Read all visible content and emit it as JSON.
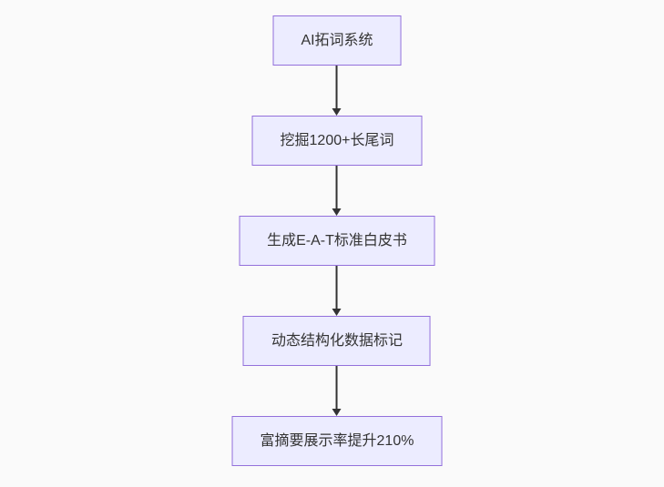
{
  "diagram": {
    "type": "flowchart",
    "direction": "top-to-bottom",
    "nodes": [
      {
        "label": "AI拓词系统"
      },
      {
        "label": "挖掘1200+长尾词"
      },
      {
        "label": "生成E-A-T标准白皮书"
      },
      {
        "label": "动态结构化数据标记"
      },
      {
        "label": "富摘要展示率提升210%"
      }
    ],
    "edges": [
      {
        "from": "AI拓词系统",
        "to": "挖掘1200+长尾词"
      },
      {
        "from": "挖掘1200+长尾词",
        "to": "生成E-A-T标准白皮书"
      },
      {
        "from": "生成E-A-T标准白皮书",
        "to": "动态结构化数据标记"
      },
      {
        "from": "动态结构化数据标记",
        "to": "富摘要展示率提升210%"
      }
    ],
    "theme": {
      "canvas_bg": "#fafafa",
      "node_fill": "#ececff",
      "node_border": "#9370db",
      "node_text": "#333333",
      "arrow_color": "#333333"
    }
  }
}
